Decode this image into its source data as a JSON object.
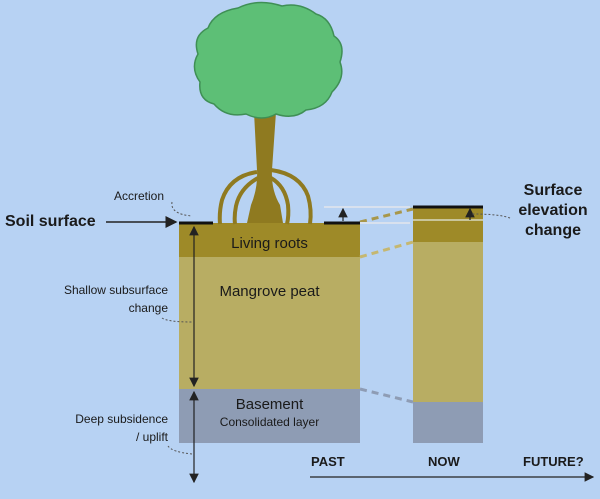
{
  "labels": {
    "accretion": "Accretion",
    "soil_surface": "Soil surface",
    "surface_elevation_change_line1": "Surface",
    "surface_elevation_change_line2": "elevation",
    "surface_elevation_change_line3": "change",
    "living_roots": "Living roots",
    "mangrove_peat": "Mangrove peat",
    "basement": "Basement",
    "consolidated_layer": "Consolidated layer",
    "shallow_line1": "Shallow subsurface",
    "shallow_line2": "change",
    "deep_line1": "Deep subsidence",
    "deep_line2": "/ uplift"
  },
  "timeline": {
    "past": "PAST",
    "now": "NOW",
    "future": "FUTURE?"
  },
  "colors": {
    "background": "#b7d2f3",
    "living_roots": "#9e8a28",
    "mangrove_peat": "#b8ad63",
    "basement": "#8e9cb4",
    "tree_trunk": "#8f7a20",
    "canopy": "#5dbf76",
    "canopy_outline": "#3f8f55",
    "surface_line": "#111111"
  },
  "icons": [
    "tree-icon",
    "up-arrow-icon",
    "right-arrow-icon"
  ]
}
